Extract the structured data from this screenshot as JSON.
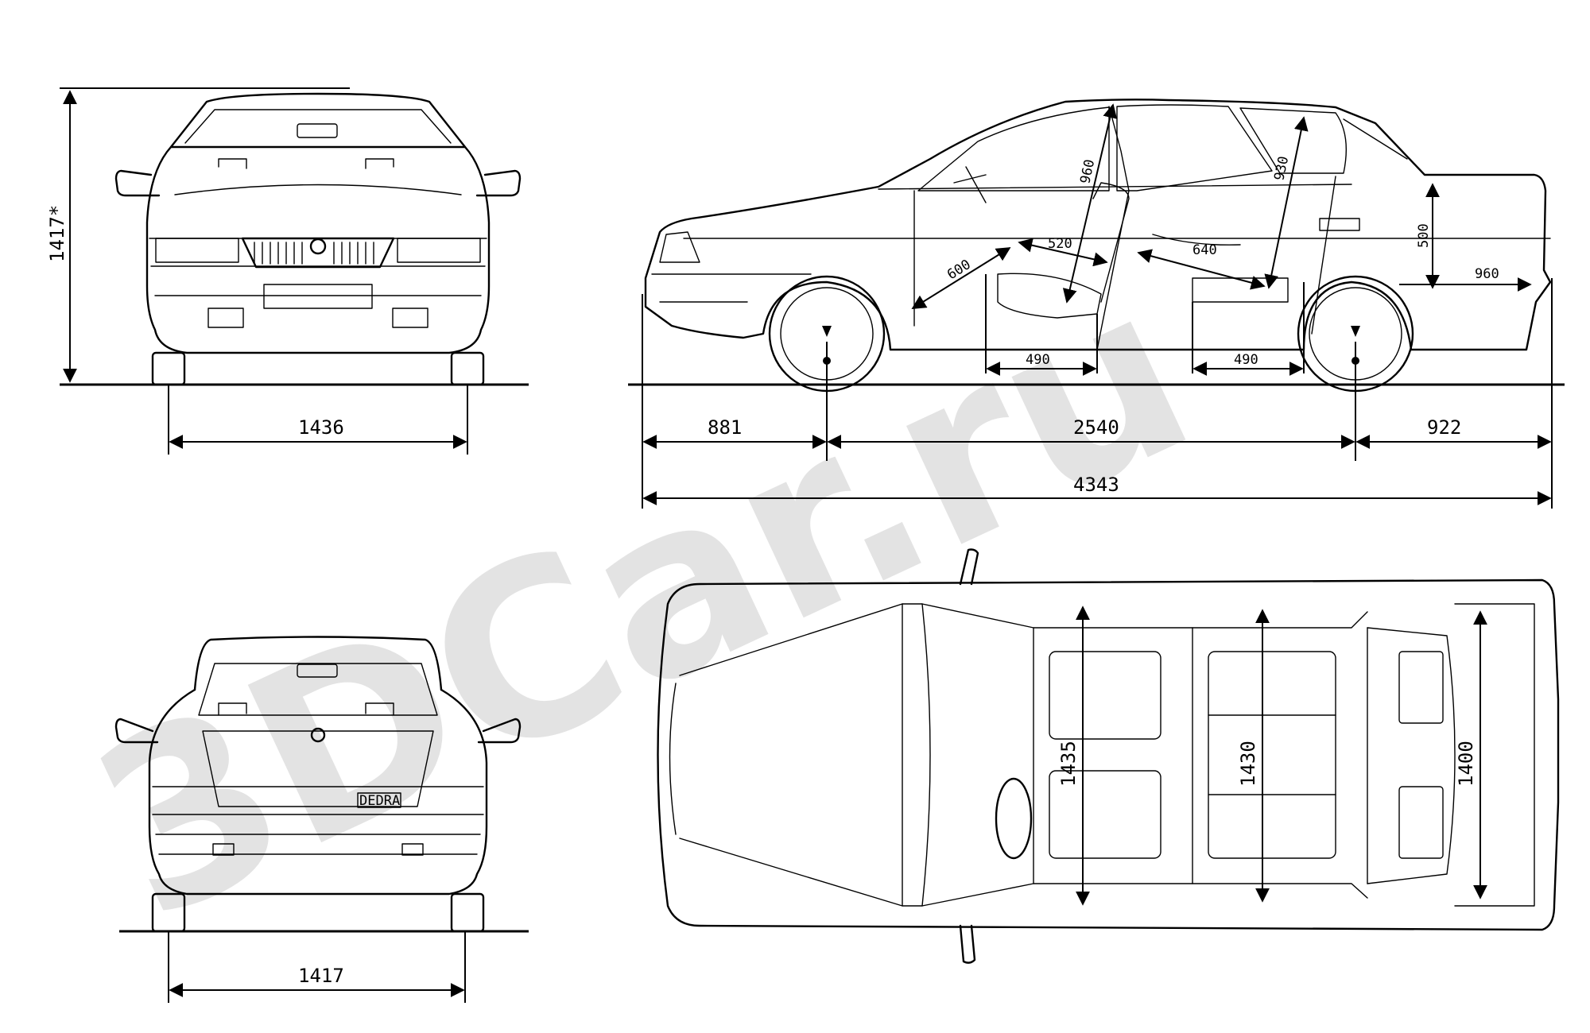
{
  "dimensions": {
    "front_height": "1417*",
    "front_track": "1436",
    "rear_track": "1417",
    "front_overhang": "881",
    "wheelbase": "2540",
    "rear_overhang": "922",
    "overall_length": "4343",
    "front_headroom": "960",
    "rear_headroom": "930",
    "front_seat_depth": "520",
    "rear_seat_depth": "640",
    "pedal_distance": "600",
    "front_cushion": "490",
    "rear_cushion": "490",
    "trunk_height": "500",
    "trunk_length": "960",
    "front_shoulder_width": "1435",
    "rear_shoulder_width": "1430",
    "trunk_width": "1400"
  },
  "badges": {
    "rear_model": "DEDRA"
  },
  "watermark": "3DCar.ru"
}
